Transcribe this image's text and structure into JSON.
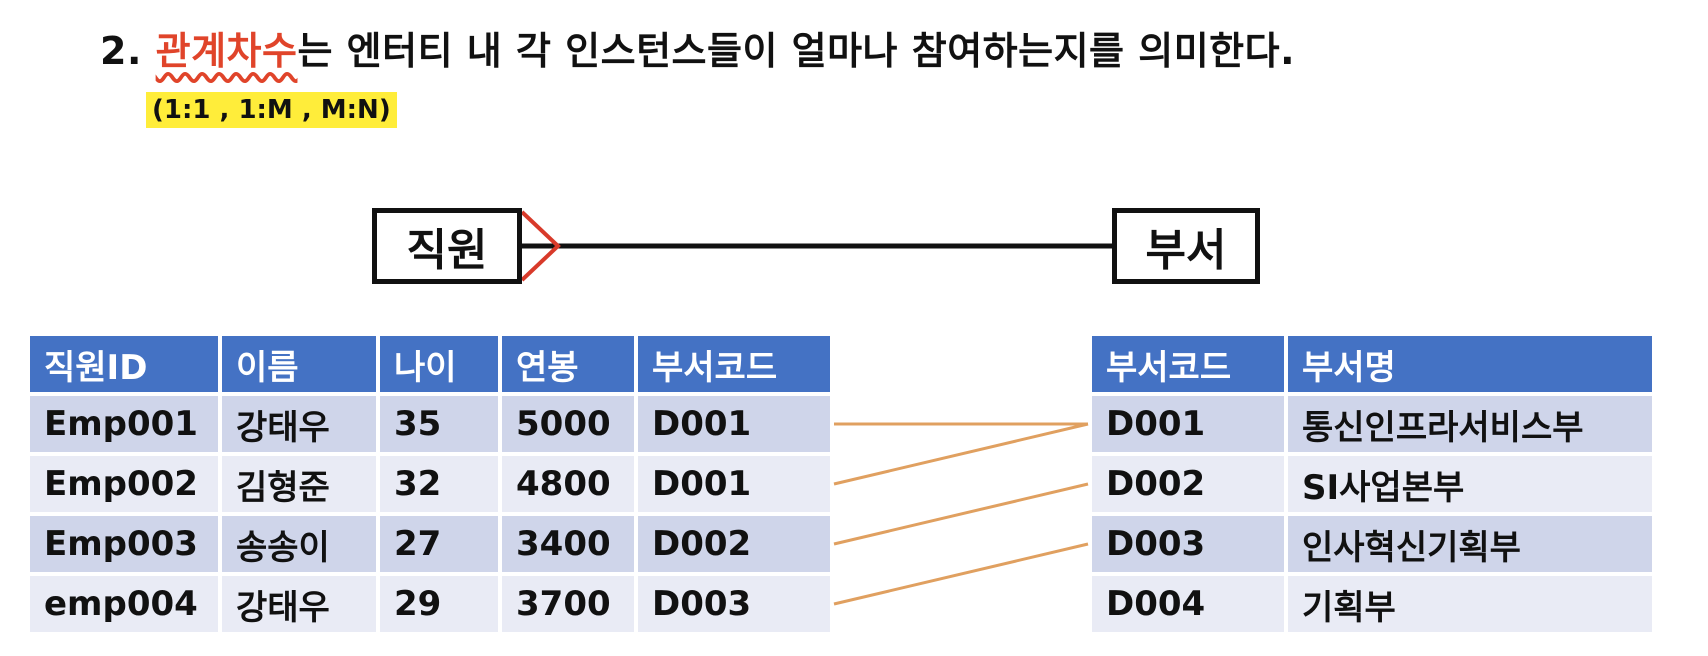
{
  "heading": {
    "number": "2.",
    "highlight": "관계차수",
    "rest": "는 엔터티 내 각 인스턴스들이 얼마나 참여하는지를 의미한다.",
    "sub": "(1:1 , 1:M , M:N)"
  },
  "entities": {
    "left": "직원",
    "right": "부서"
  },
  "colors": {
    "header_bg": "#4472c4",
    "row_odd": "#cfd5ea",
    "row_even": "#e9ebf5",
    "link": "#e0a060",
    "crowfoot": "#d83a2a"
  },
  "employee_table": {
    "headers": [
      "직원ID",
      "이름",
      "나이",
      "연봉",
      "부서코드"
    ],
    "rows": [
      [
        "Emp001",
        "강태우",
        "35",
        "5000",
        "D001"
      ],
      [
        "Emp002",
        "김형준",
        "32",
        "4800",
        "D001"
      ],
      [
        "Emp003",
        "송송이",
        "27",
        "3400",
        "D002"
      ],
      [
        "emp004",
        "강태우",
        "29",
        "3700",
        "D003"
      ]
    ]
  },
  "department_table": {
    "headers": [
      "부서코드",
      "부서명"
    ],
    "rows": [
      [
        "D001",
        "통신인프라서비스부"
      ],
      [
        "D002",
        "SI사업본부"
      ],
      [
        "D003",
        "인사혁신기획부"
      ],
      [
        "D004",
        "기획부"
      ]
    ]
  },
  "links": [
    [
      0,
      0
    ],
    [
      1,
      0
    ],
    [
      2,
      1
    ],
    [
      3,
      2
    ]
  ]
}
